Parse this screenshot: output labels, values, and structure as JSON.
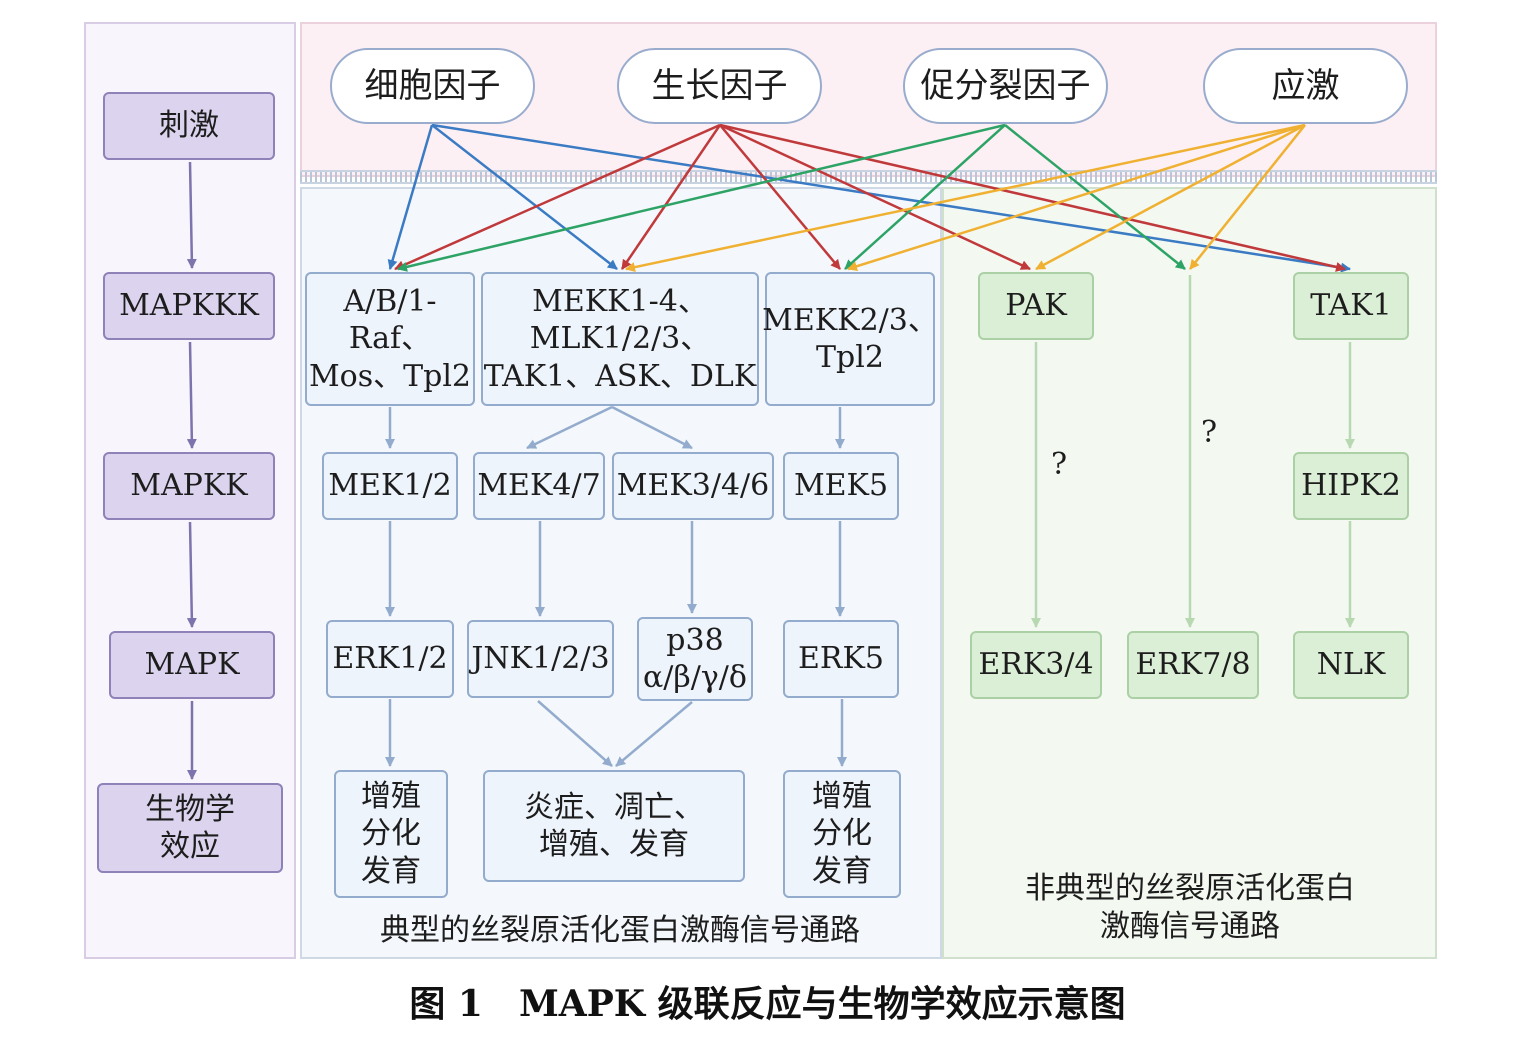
{
  "stages": {
    "stimulus": "刺激",
    "mapkkk": "MAPKKK",
    "mapkk": "MAPKK",
    "mapk": "MAPK",
    "effect": "生物学\n效应"
  },
  "stimuli": {
    "cytokine": "细胞因子",
    "growth_factor": "生长因子",
    "mitogen": "促分裂因子",
    "stress": "应激"
  },
  "classic": {
    "mapkkk": {
      "raf": "A/B/1-Raf、\nMos、Tpl2",
      "mekk": "MEKK1-4、\nMLK1/2/3、\nTAK1、ASK、DLK",
      "mekk23": "MEKK2/3、\nTpl2"
    },
    "mapkk": {
      "mek12": "MEK1/2",
      "mek47": "MEK4/7",
      "mek346": "MEK3/4/6",
      "mek5": "MEK5"
    },
    "mapk": {
      "erk12": "ERK1/2",
      "jnk": "JNK1/2/3",
      "p38": "p38\nα/β/γ/δ",
      "erk5": "ERK5"
    },
    "effects": {
      "erk12_effect": "增殖\n分化\n发育",
      "middle_effect": "炎症、凋亡、\n增殖、发育",
      "erk5_effect": "增殖\n分化\n发育"
    },
    "title": "典型的丝裂原活化蛋白激酶信号通路"
  },
  "atypical": {
    "pak": "PAK",
    "tak1": "TAK1",
    "hipk2": "HIPK2",
    "erk34": "ERK3/4",
    "erk78": "ERK7/8",
    "nlk": "NLK",
    "unknown_1": "?",
    "unknown_2": "?",
    "title": "非典型的丝裂原活化蛋白\n激酶信号通路"
  },
  "caption": "图 1　MAPK 级联反应与生物学效应示意图",
  "colors": {
    "cytokine_arrow": "#3a7bc4",
    "growth_factor_arrow": "#c0393b",
    "mitogen_arrow": "#2ea366",
    "stress_arrow": "#f0b132",
    "classic_arrow": "#93abcc",
    "atypical_arrow": "#b7d8b1",
    "stage_arrow": "#7d73ad"
  }
}
